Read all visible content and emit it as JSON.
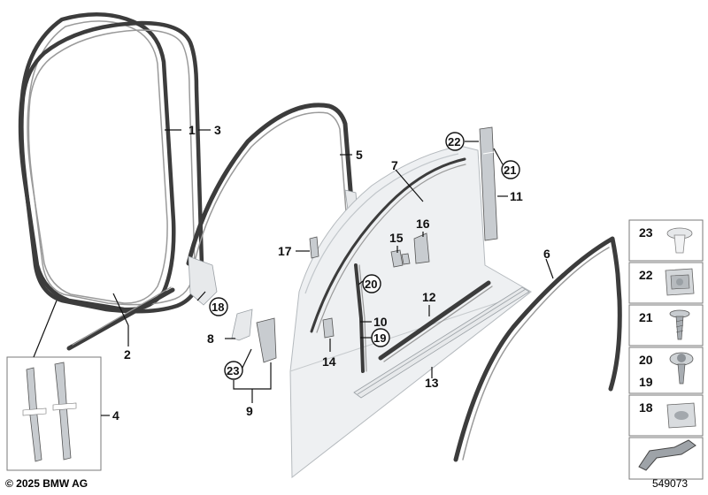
{
  "callouts": {
    "c1": "1",
    "c2": "2",
    "c3": "3",
    "c4": "4",
    "c5": "5",
    "c6": "6",
    "c7": "7",
    "c8": "8",
    "c9": "9",
    "c10": "10",
    "c11": "11",
    "c12": "12",
    "c13": "13",
    "c14": "14",
    "c15": "15",
    "c16": "16",
    "c17": "17",
    "c18": "18",
    "c19": "19",
    "c20": "20",
    "c21": "21",
    "c22": "22",
    "c23": "23"
  },
  "legend": {
    "items": [
      "23",
      "22",
      "21",
      "20",
      "19",
      "18"
    ]
  },
  "footer": {
    "copyright": "© 2025 BMW AG",
    "diagram_id": "549073"
  }
}
